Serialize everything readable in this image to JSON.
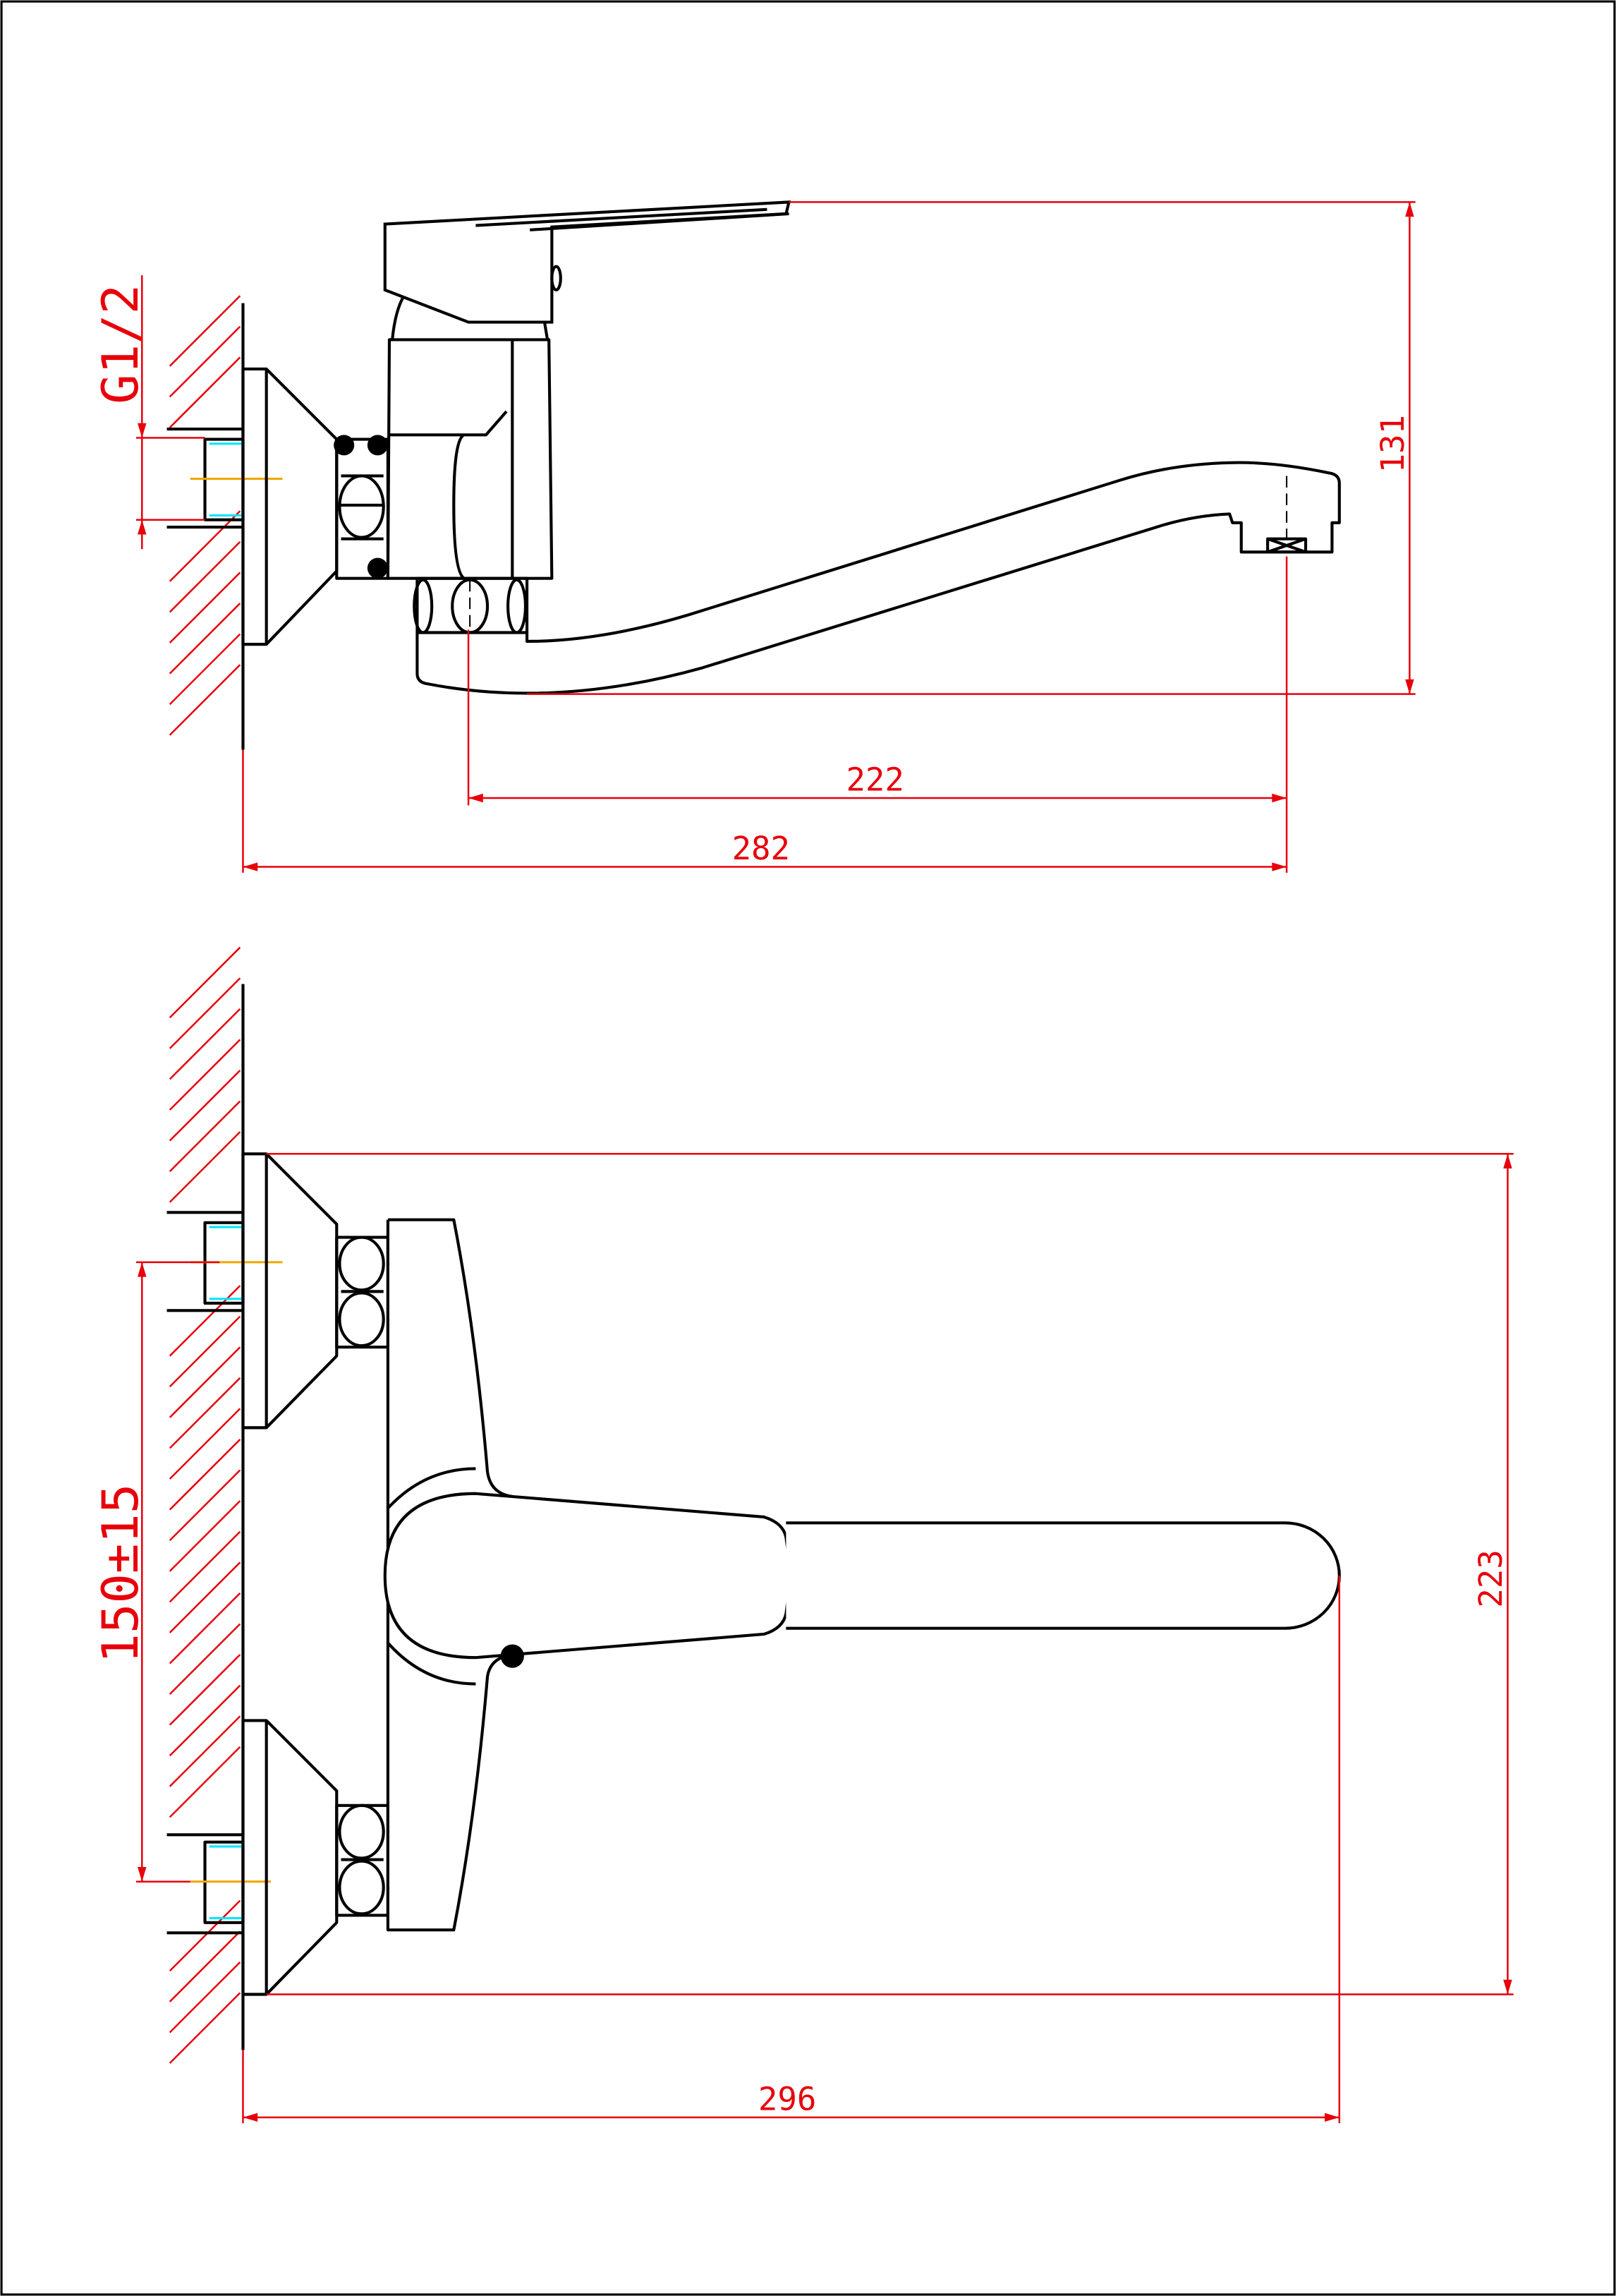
{
  "drawing": {
    "side_view": {
      "thread_label": "G1/2",
      "dim_height": "131",
      "dim_spout_reach": "222",
      "dim_total_reach": "282"
    },
    "top_view": {
      "dim_center_distance": "150±15",
      "dim_height": "223",
      "dim_total_reach": "296"
    }
  },
  "colors": {
    "dimension": "#e8000a",
    "outline": "#000000",
    "centerline": "#f0a800",
    "thread": "#00e5ff"
  }
}
